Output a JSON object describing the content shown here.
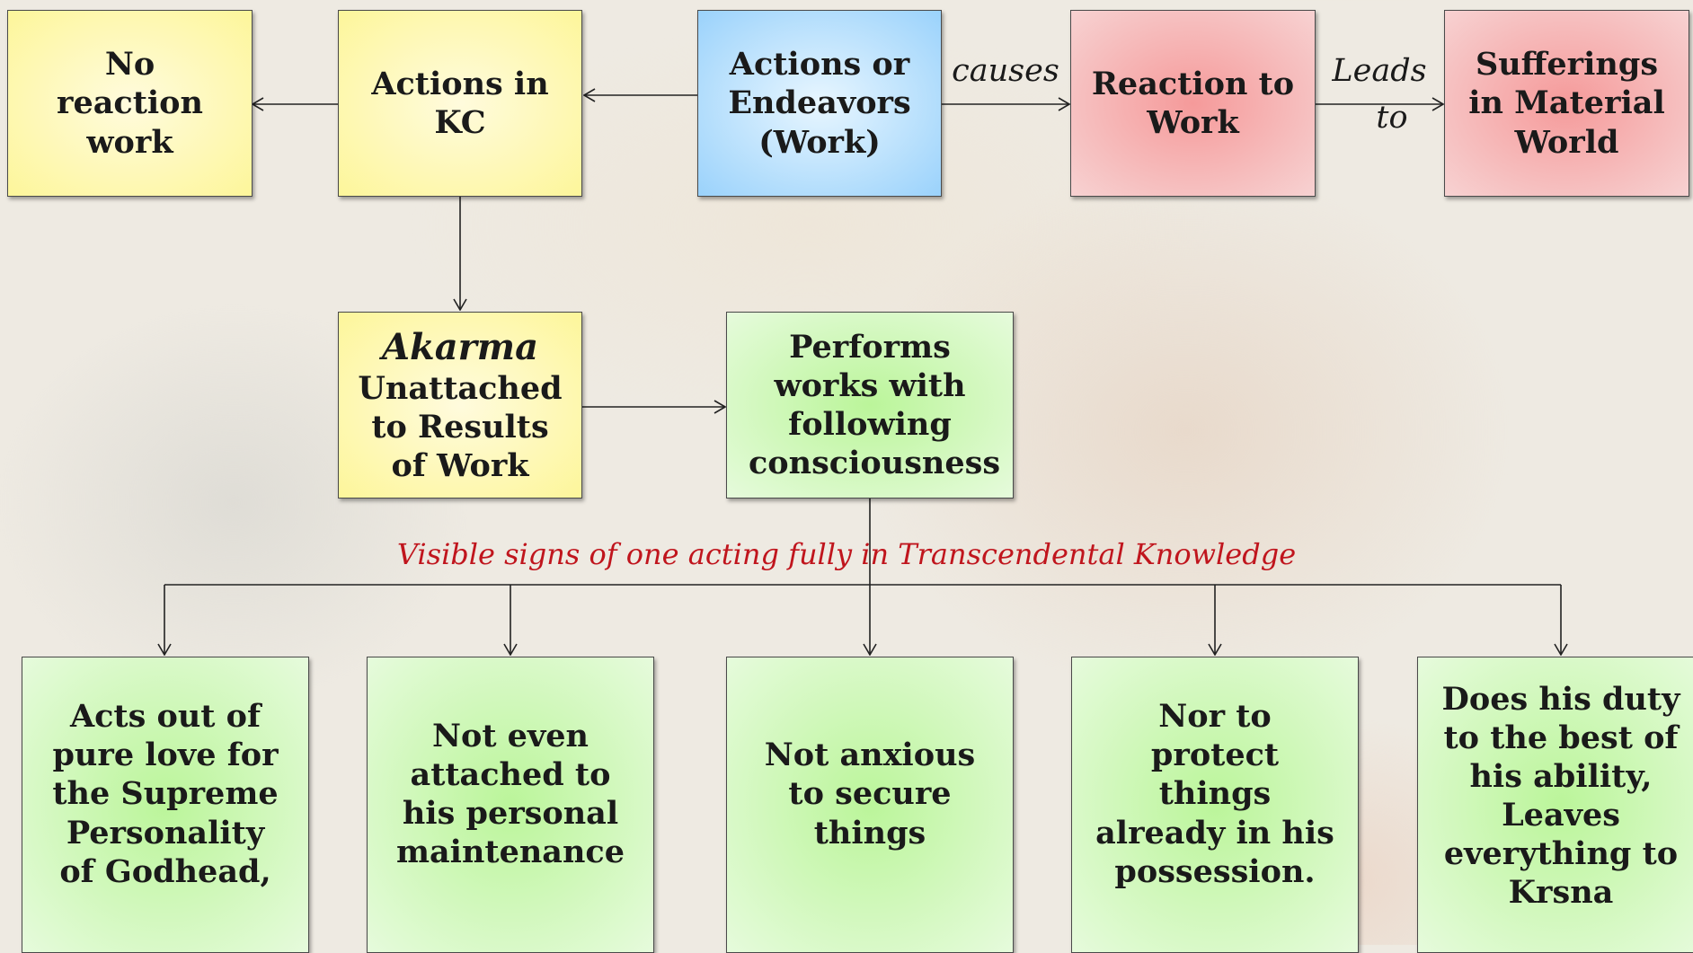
{
  "nodes": {
    "no_reaction": "No reaction work",
    "actions_kc": "Actions in KC",
    "actions_work": "Actions or Endeavors (Work)",
    "reaction": "Reaction to Work",
    "sufferings": "Sufferings in Material World",
    "akarma_title": "Akarma",
    "akarma_body": "Unattached to Results of Work",
    "performs": "Performs works with following consciousness",
    "sign1": "Acts out of pure love for the Supreme Personality of Godhead,",
    "sign2": "Not even attached to his personal maintenance",
    "sign3": "Not anxious to secure things",
    "sign4": "Nor to protect things already in his possession.",
    "sign5": "Does his duty to the best of his ability, Leaves everything to Krsna"
  },
  "edges": {
    "causes": "causes",
    "leads": "Leads",
    "to": "to"
  },
  "caption": "Visible signs of one acting fully in Transcendental Knowledge",
  "colors": {
    "yellow": "#fdf69a",
    "blue": "#9ad2fb",
    "red": "#f59a9a",
    "green": "#bbf59a",
    "caption": "#c0151d"
  }
}
